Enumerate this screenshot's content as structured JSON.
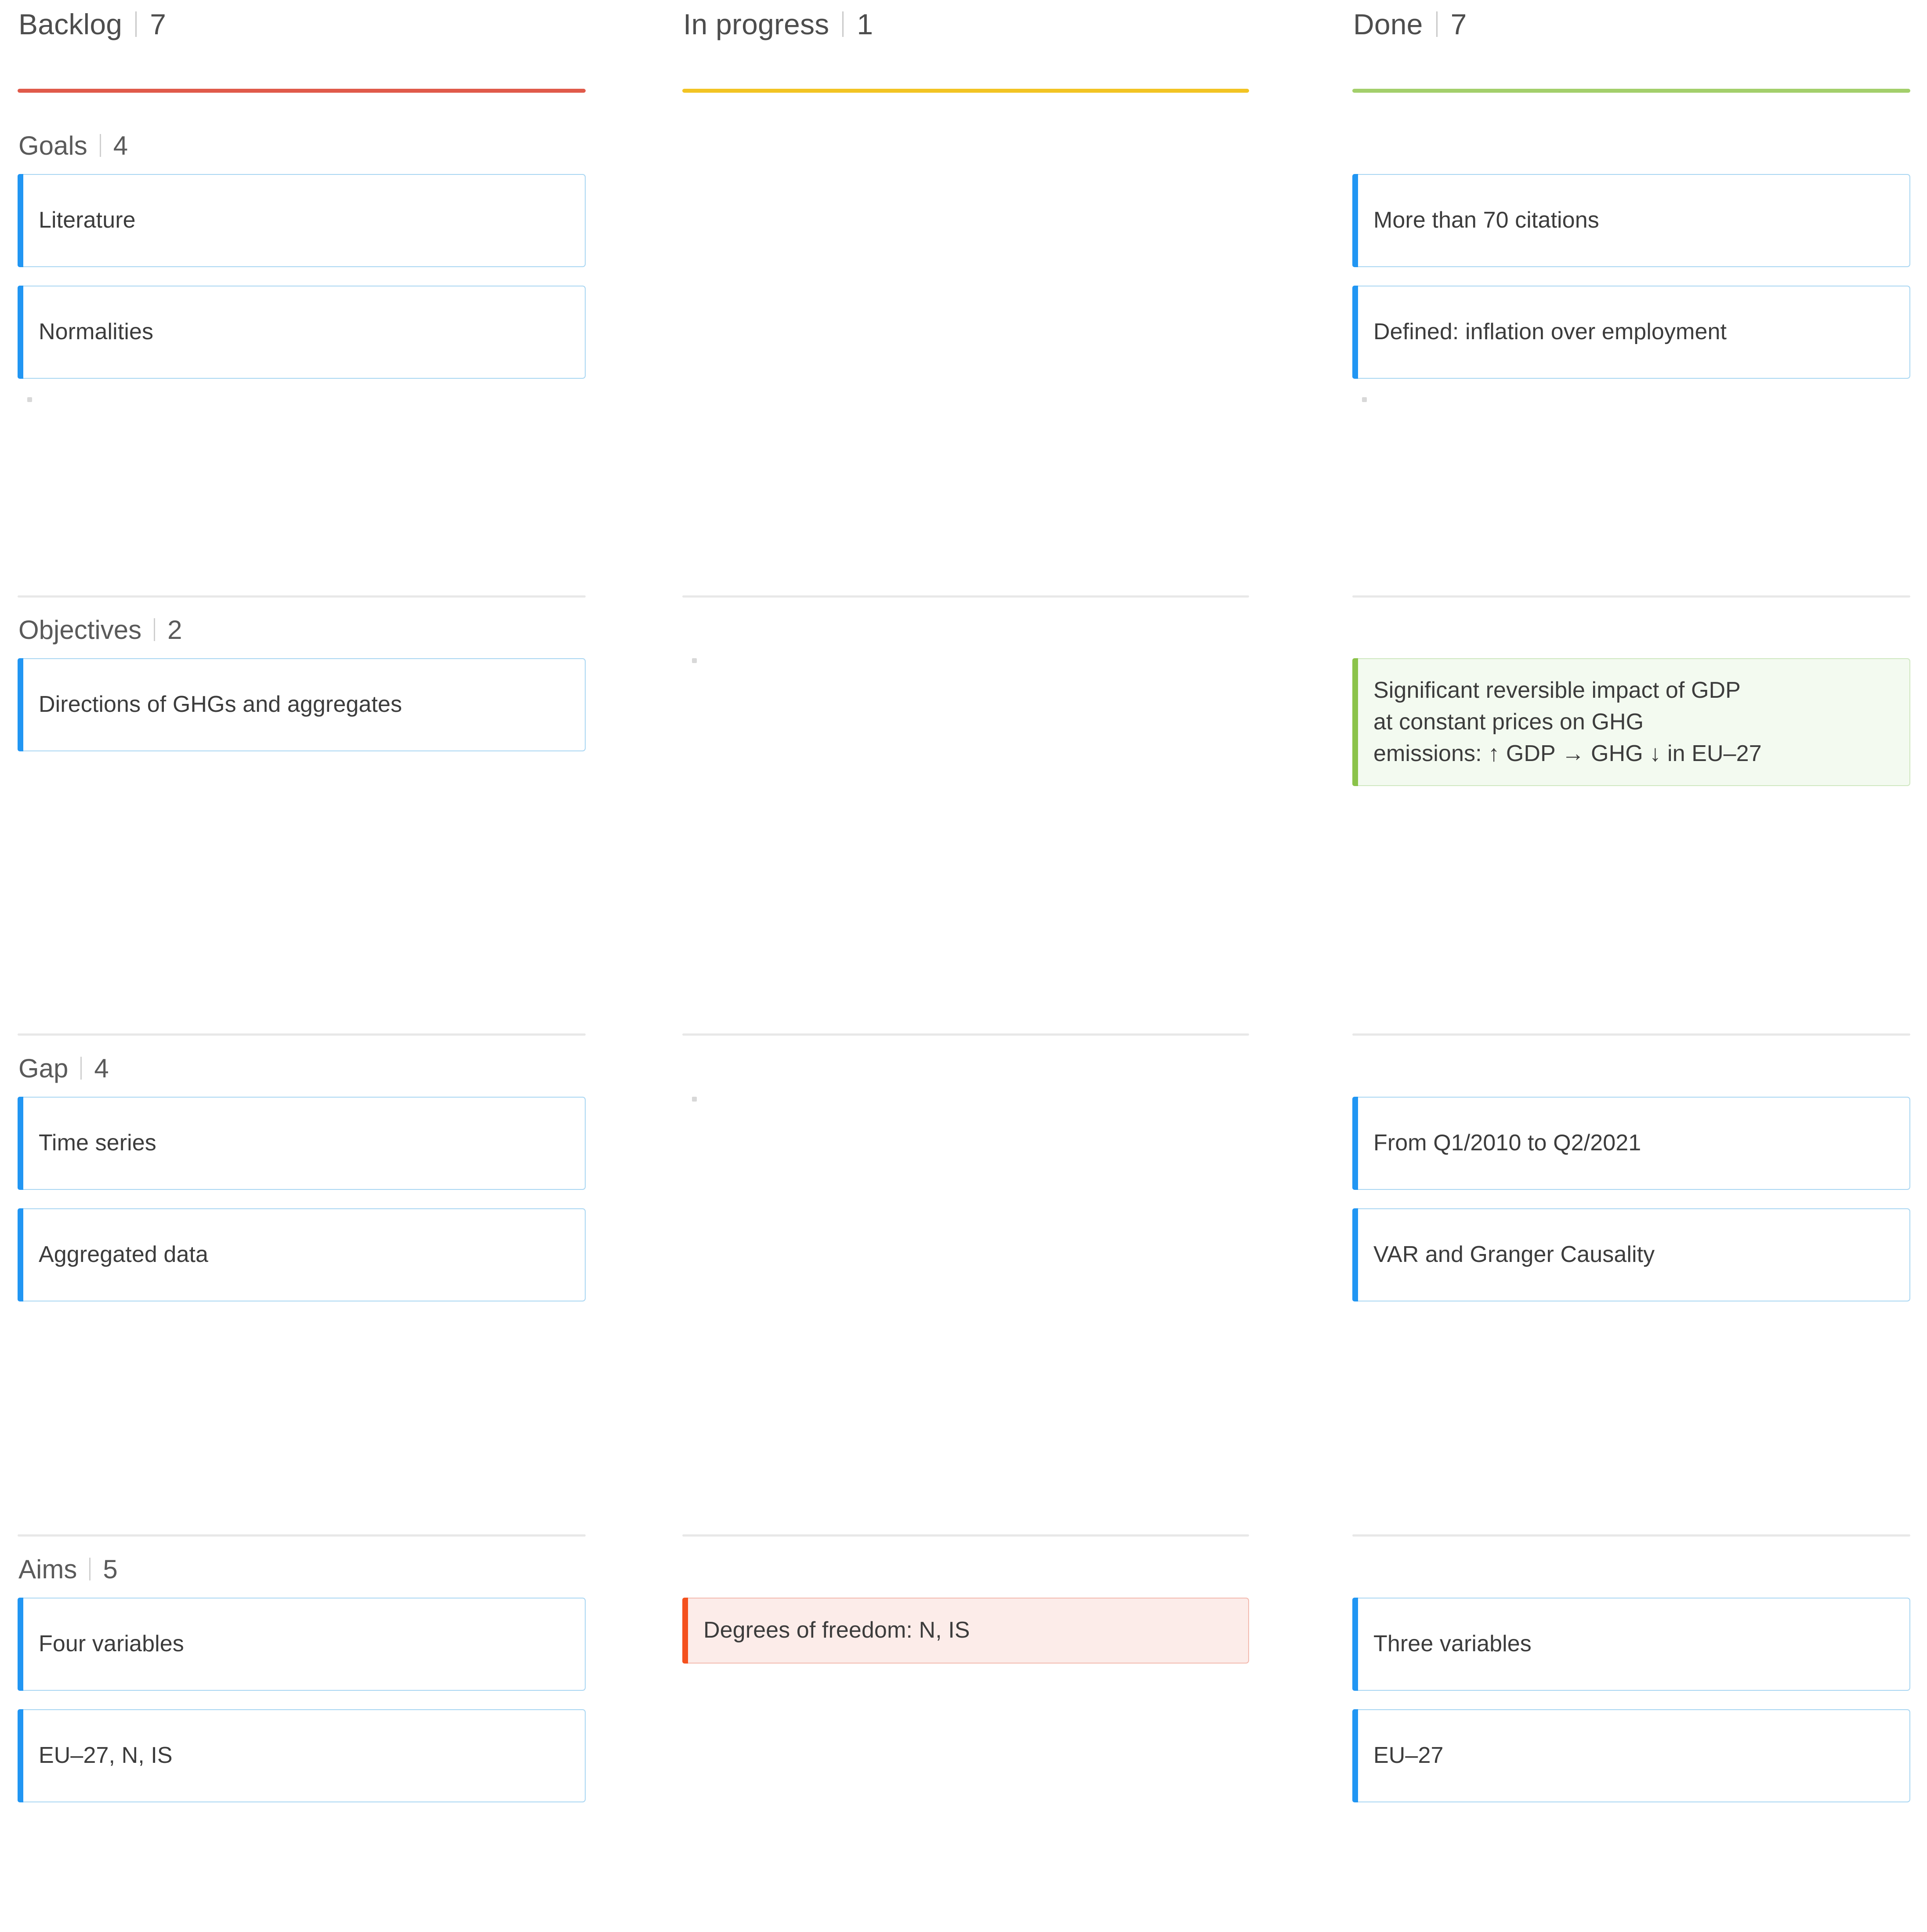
{
  "board": {
    "columns": [
      {
        "title": "Backlog",
        "count": "7",
        "accent_color": "#e05a4a",
        "name": "backlog"
      },
      {
        "title": "In progress",
        "count": "1",
        "accent_color": "#f2c423",
        "name": "in-progress"
      },
      {
        "title": "Done",
        "count": "7",
        "accent_color": "#a3cf6b",
        "name": "done"
      }
    ],
    "lanes": [
      {
        "title": "Goals",
        "count": "4",
        "name": "goals",
        "cells": [
          {
            "column": "backlog",
            "cards": [
              {
                "text": "Literature",
                "variant": "blue"
              },
              {
                "text": "Normalities",
                "variant": "blue"
              }
            ],
            "dot": true
          },
          {
            "column": "in-progress",
            "cards": [],
            "dot": false
          },
          {
            "column": "done",
            "cards": [
              {
                "text": "More than 70 citations",
                "variant": "blue"
              },
              {
                "text": "Defined: inflation over employment",
                "variant": "blue"
              }
            ],
            "dot": true
          }
        ]
      },
      {
        "title": "Objectives",
        "count": "2",
        "name": "objectives",
        "cells": [
          {
            "column": "backlog",
            "cards": [
              {
                "text": "Directions of GHGs and aggregates",
                "variant": "blue"
              }
            ],
            "dot": false
          },
          {
            "column": "in-progress",
            "cards": [],
            "dot": true
          },
          {
            "column": "done",
            "cards": [
              {
                "text": "Significant reversible impact of GDP\nat constant prices on GHG\nemissions:  ↑ GDP → GHG ↓ in EU–27",
                "variant": "green"
              }
            ],
            "dot": false
          }
        ]
      },
      {
        "title": "Gap",
        "count": "4",
        "name": "gap",
        "cells": [
          {
            "column": "backlog",
            "cards": [
              {
                "text": "Time series",
                "variant": "blue"
              },
              {
                "text": "Aggregated data",
                "variant": "blue"
              }
            ],
            "dot": false
          },
          {
            "column": "in-progress",
            "cards": [],
            "dot": true
          },
          {
            "column": "done",
            "cards": [
              {
                "text": "From Q1/2010 to Q2/2021",
                "variant": "blue"
              },
              {
                "text": "VAR and Granger Causality",
                "variant": "blue"
              }
            ],
            "dot": false
          }
        ]
      },
      {
        "title": "Aims",
        "count": "5",
        "name": "aims",
        "cells": [
          {
            "column": "backlog",
            "cards": [
              {
                "text": "Four variables",
                "variant": "blue"
              },
              {
                "text": "EU–27, N, IS",
                "variant": "blue"
              }
            ],
            "dot": false
          },
          {
            "column": "in-progress",
            "cards": [
              {
                "text": "Degrees of freedom: N, IS",
                "variant": "red"
              }
            ],
            "dot": false
          },
          {
            "column": "done",
            "cards": [
              {
                "text": "Three variables",
                "variant": "blue"
              },
              {
                "text": "EU–27",
                "variant": "blue"
              }
            ],
            "dot": false
          }
        ]
      }
    ]
  },
  "colors": {
    "card_blue_accent": "#2196f3",
    "card_blue_border": "#a9d6f2",
    "card_green_accent": "#8bc34a",
    "card_green_bg": "#f3faf0",
    "card_red_accent": "#f4511e",
    "card_red_bg": "#fcece9",
    "text": "#3c3c3c",
    "heading": "#4d4d4d",
    "divider": "#e8e8e8"
  }
}
